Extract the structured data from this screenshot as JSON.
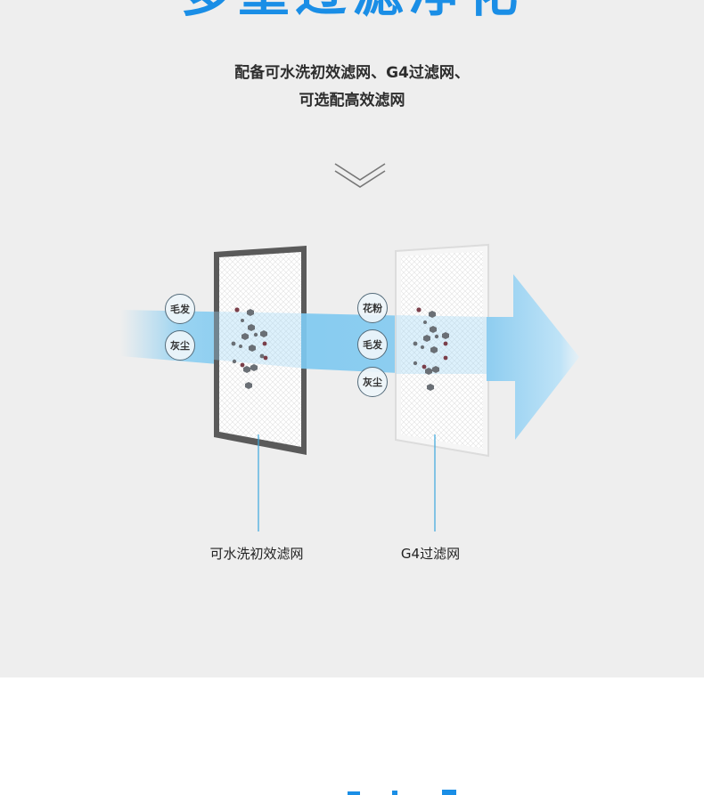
{
  "page": {
    "background": "#eeeeee",
    "accent": "#1a8ee6"
  },
  "headline": "多重过滤净化",
  "subtitle": {
    "line1": "配备可水洗初效滤网、G4过滤网、",
    "line2": "可选配高效滤网"
  },
  "chevron_icon": "double-chevron-down-icon",
  "filters": [
    {
      "caption": "可水洗初效滤网",
      "particles": [
        "毛发",
        "灰尘"
      ]
    },
    {
      "caption": "G4过滤网",
      "particles": [
        "花粉",
        "毛发",
        "灰尘"
      ]
    }
  ],
  "colors": {
    "airflow": "#6ec1ef",
    "frame_dark": "#5a5a5a",
    "frame_light": "#f4f4f4",
    "leader_line": "#3aa7dd",
    "tag_border": "#546b7a"
  }
}
